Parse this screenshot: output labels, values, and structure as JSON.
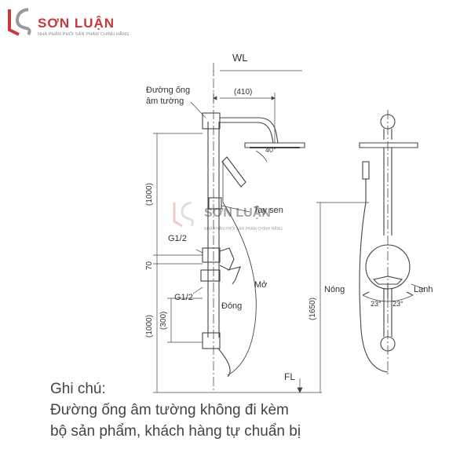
{
  "brand": {
    "name": "SƠN LUẬN",
    "tagline": "NHÀ PHÂN PHỐI SẢN PHẨM CHÍNH HÃNG",
    "color": "#c8393b"
  },
  "watermark": {
    "name": "SƠN LUẬN",
    "tagline": "NHÀ PHÂN PHỐI SẢN PHẨM CHÍNH HÃNG"
  },
  "labels": {
    "wl": "WL",
    "fl": "FL",
    "pipe_line1": "Đường ống",
    "pipe_line2": "âm tường",
    "hand_shower": "Tay sen",
    "g1": "G1/2",
    "g2": "G1/2",
    "open": "Mở",
    "close": "Đóng",
    "hot": "Nóng",
    "cold": "Lạnh"
  },
  "dimensions": {
    "arm": "(410)",
    "angle": "40°",
    "upper": "(1000)",
    "spacing": "70",
    "lower": "(1000)",
    "mid": "(300)",
    "total": "(1650)",
    "rot_left": "23°",
    "rot_right": "23°"
  },
  "note": {
    "title": "Ghi chú:",
    "line1": "Đường ống âm tường không đi kèm",
    "line2": "bộ sản phẩm, khách hàng tự chuẩn bị"
  }
}
